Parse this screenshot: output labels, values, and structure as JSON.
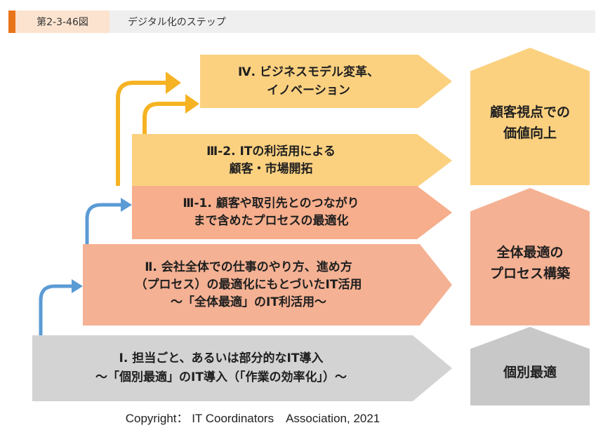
{
  "header": {
    "figure_number": "第2-3-46図",
    "title": "デジタル化のステップ"
  },
  "steps": {
    "s1": "Ⅰ. 担当ごと、あるいは部分的なIT導入\n～「個別最適」のIT導入（「作業の効率化」）～",
    "s2": "Ⅱ. 会社全体での仕事のやり方、進め方\n（プロセス）の最適化にもとづいたIT活用\n～「全体最適」のIT利活用～",
    "s3_1": "Ⅲ-1. 顧客や取引先とのつながり\nまで含めたプロセスの最適化",
    "s3_2": "Ⅲ-2. ITの利活用による\n顧客・市場開拓",
    "s4": "Ⅳ. ビジネスモデル変革、\nイノベーション"
  },
  "outcomes": {
    "individual": "個別最適",
    "overall": "全体最適の\nプロセス構築",
    "customer": "顧客視点での\n価値向上"
  },
  "footer": {
    "copyright": "Copyright： IT Coordinators　Association, 2021"
  },
  "colors": {
    "gray": "#d3d3d3",
    "salmon": "#f4b193",
    "yellow": "#fbd180",
    "arrow_blue": "#5b9bd5",
    "arrow_gold": "#f5b323",
    "accent": "#e8751a"
  }
}
